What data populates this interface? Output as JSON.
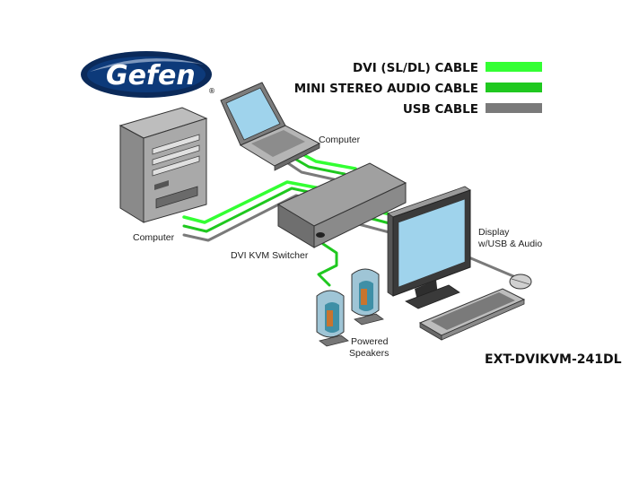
{
  "brand": {
    "logo_text": "Gefen",
    "registered_mark": "®"
  },
  "legend": [
    {
      "label": "DVI (SL/DL) CABLE",
      "color": "#33ff33"
    },
    {
      "label": "MINI STEREO AUDIO CABLE",
      "color": "#1fc81f"
    },
    {
      "label": "USB CABLE",
      "color": "#7a7a7a"
    }
  ],
  "devices": {
    "computer_tower": "Computer",
    "computer_laptop": "Computer",
    "switcher": "DVI KVM Switcher",
    "display_line1": "Display",
    "display_line2": "w/USB & Audio",
    "speakers_line1": "Powered",
    "speakers_line2": "Speakers"
  },
  "model_number": "EXT-DVIKVM-241DL",
  "colors": {
    "dvi": "#33ff33",
    "audio": "#1fc81f",
    "usb": "#7a7a7a",
    "device_gray": "#8a8a8a",
    "screen_blue": "#9fd3ec"
  }
}
